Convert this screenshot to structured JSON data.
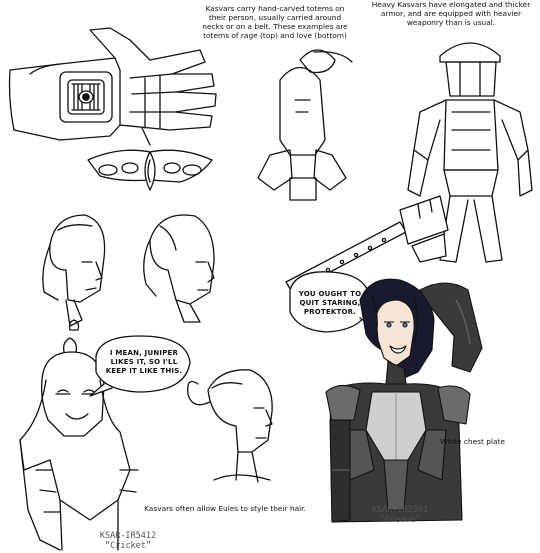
{
  "notes": {
    "totems": "Kasvars carry hand-carved totems on their person, usually carried around necks or on a belt. These examples are totems of rage (top) and love (bottom)",
    "heavy": "Heavy Kasvars have elongated and thicker armor, and are equipped with heavier weaponry than is usual.",
    "chest_plate": "White chest plate",
    "eules": "Kasvars often allow Eules to style their hair."
  },
  "speech": {
    "greave": "YOU OUGHT TO QUIT STARING, PROTEKTOR.",
    "cricket": "I MEAN, JUNIPER LIKES IT, SO I'LL KEEP IT LIKE THIS."
  },
  "characters": {
    "cricket": {
      "id": "KSAR-IR5412",
      "name": "“Cricket”"
    },
    "greave": {
      "id": "KSAR-IR2301",
      "name": "“Greave”"
    }
  },
  "colors": {
    "line": "#111111",
    "armor_dark": "#3a3a3a",
    "armor_mid": "#6b6b6b",
    "plate": "#cfcfcf",
    "hair": "#1a1a2e",
    "skin": "#f6e4d6"
  }
}
